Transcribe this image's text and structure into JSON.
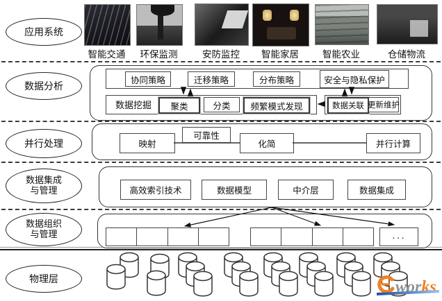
{
  "application": {
    "label": "应用系统",
    "items": [
      "智能交通",
      "环保监测",
      "安防监控",
      "智能家居",
      "智能农业",
      "仓储物流"
    ]
  },
  "analysis": {
    "label": "数据分析",
    "strategies": [
      "协同策略",
      "迁移策略",
      "分布策略",
      "安全与隐私保护"
    ],
    "mining_label": "数据挖掘",
    "mining_methods": [
      "聚类",
      "分类",
      "频繁模式发现"
    ],
    "maintenance": [
      "数据关联",
      "更新维护"
    ]
  },
  "parallel": {
    "label": "并行处理",
    "map": "映射",
    "reliability": "可靠性",
    "reduce": "化简",
    "compute": "并行计算"
  },
  "integration": {
    "label_line1": "数据集成",
    "label_line2": "与管理",
    "boxes": [
      "高效索引技术",
      "数据模型",
      "中介层",
      "数据集成"
    ]
  },
  "organization": {
    "label_line1": "数据组织",
    "label_line2": "与管理",
    "ellipsis": "···"
  },
  "physical": {
    "label": "物理层"
  },
  "logo": {
    "gray": "wor",
    "orange": "ks"
  },
  "colors": {
    "line": "#333333",
    "logo_orange": "#f08122",
    "logo_blue": "#1e4f9f"
  }
}
